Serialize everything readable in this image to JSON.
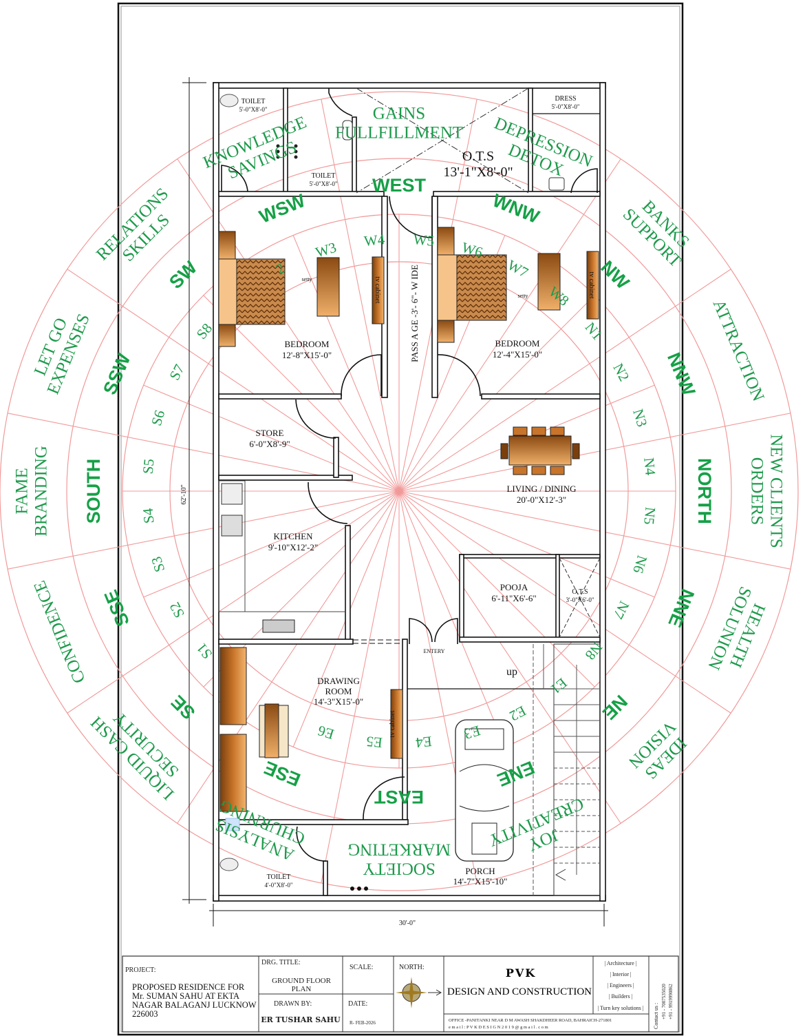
{
  "plan": {
    "toilet_1": {
      "name": "TOILET",
      "size": "5'-0\"X8'-0\""
    },
    "toilet_2": {
      "name": "TOILET",
      "size": "5'-0\"X8'-0\""
    },
    "ots_top": {
      "name": "O.T.S",
      "size": "13'-1\"X8'-0\""
    },
    "dress": {
      "name": "DRESS",
      "size": "5'-0\"X8'-0\""
    },
    "bedroom_left": {
      "name": "BEDROOM",
      "size": "12'-8\"X15'-0\""
    },
    "bedroom_right": {
      "name": "BEDROOM",
      "size": "12'-4\"X15'-0\""
    },
    "passage": "PASS A GE -3'- 6\"- W IDE",
    "store": {
      "name": "STORE",
      "size": "6'-0\"X8'-9\""
    },
    "kitchen": {
      "name": "KITCHEN",
      "size": "9'-10\"X12'-2\""
    },
    "living": {
      "name": "LIVING / DINING",
      "size": "20'-0\"X12'-3\""
    },
    "pooja": {
      "name": "POOJA",
      "size": "6'-11\"X6'-6\""
    },
    "ots_small": {
      "name": "O.T.S",
      "size": "3'-0\"X6'-0\""
    },
    "drawing": {
      "name1": "DRAWING",
      "name2": "ROOM",
      "size": "14'-3\"X15'-0\""
    },
    "toilet_3": {
      "name": "TOILET",
      "size": "4'-0\"X8'-0\""
    },
    "porch": {
      "name": "PORCH",
      "size": "14'-7\"X15'-10\""
    },
    "entry": "ENTERY",
    "stair_up": "up",
    "tv_cabinet": "tv cabinet",
    "setty": "setty",
    "dim_depth": "62'-10\"",
    "dim_width": "30'-0\""
  },
  "chakra": {
    "ring_color": "#f19a9a",
    "text_color": "#1e9a4c",
    "zones": [
      {
        "dir": "WEST",
        "outer": [
          "GAINS",
          "FULLFILLMENT"
        ]
      },
      {
        "dir": "WNW",
        "outer": [
          "DEPRESSION",
          "DETOX"
        ]
      },
      {
        "dir": "NW",
        "outer": [
          "BANKS",
          "SUPPORT"
        ]
      },
      {
        "dir": "NNW",
        "outer": [
          "ATTRACTION"
        ]
      },
      {
        "dir": "NORTH",
        "outer": [
          "NEW CLIENTS",
          "ORDERS"
        ]
      },
      {
        "dir": "NNE",
        "outer": [
          "HEALTH",
          "SOLUNION"
        ]
      },
      {
        "dir": "NE",
        "outer": [
          "IDEAS",
          "VISION"
        ]
      },
      {
        "dir": "ENE",
        "outer": [
          "JOY",
          "CREATIVITY"
        ]
      },
      {
        "dir": "EAST",
        "outer": [
          "SOCIETY",
          "MARKETING"
        ]
      },
      {
        "dir": "ESE",
        "outer": [
          "ANALYSIS",
          "CHURNING"
        ]
      },
      {
        "dir": "SE",
        "outer": [
          "LIQUID CASH",
          "SECURITY"
        ]
      },
      {
        "dir": "SSE",
        "outer": [
          "CONFIDENCE"
        ]
      },
      {
        "dir": "SOUTH",
        "outer": [
          "FAME",
          "BRANDING"
        ]
      },
      {
        "dir": "SSW",
        "outer": [
          "LET GO",
          "EXPENSES"
        ]
      },
      {
        "dir": "SW",
        "outer": [
          "RELATIONS",
          "SKILLS"
        ]
      },
      {
        "dir": "WSW",
        "outer": [
          "KNOWLEDGE",
          "SAVINGS"
        ]
      }
    ],
    "padas": [
      "",
      "2",
      "W3",
      "W4",
      "W5",
      "W6",
      "W7",
      "W8",
      "N1",
      "N2",
      "N3",
      "N4",
      "N5",
      "N6",
      "N7",
      "N8",
      "E1",
      "E2",
      "E3",
      "E4",
      "E5",
      "E6",
      "",
      "",
      "S1",
      "S2",
      "S3",
      "S4",
      "S5",
      "S6",
      "S7",
      "S8"
    ]
  },
  "title_block": {
    "project_label": "PROJECT:",
    "project_lines": [
      "PROPOSED RESIDENCE   FOR",
      "Mr. SUMAN SAHU   AT  EKTA",
      "NAGAR BALAGANJ LUCKNOW",
      "226003"
    ],
    "drg_title_label": "DRG. TITLE:",
    "drg_title": [
      "GROUND FLOOR",
      "PLAN"
    ],
    "scale_label": "SCALE:",
    "drawn_by_label": "DRAWN BY:",
    "drawn_by": "ER TUSHAR SAHU",
    "date_label": "DATE:",
    "date": "R- FEB-2026",
    "north_label": "NORTH:",
    "company_top": "PVK",
    "company_name": "DESIGN AND CONSTRUCTION",
    "services": [
      "| Architecture |",
      "| Interior |",
      "| Engineers |",
      "| Builders |",
      "| Turn key solutions |"
    ],
    "office": "OFFICE -PANITANKI NEAR D M AWASH SHAKDHEER ROAD, BAHRAICH-271801",
    "email": "e m a i l :   P V K D E S I G N 2 0 1 9 @ g m a i l . c o m",
    "contact_label": "Contact us :",
    "phones": [
      "+91 - 7007535020",
      "+91 - 9919990862"
    ]
  }
}
